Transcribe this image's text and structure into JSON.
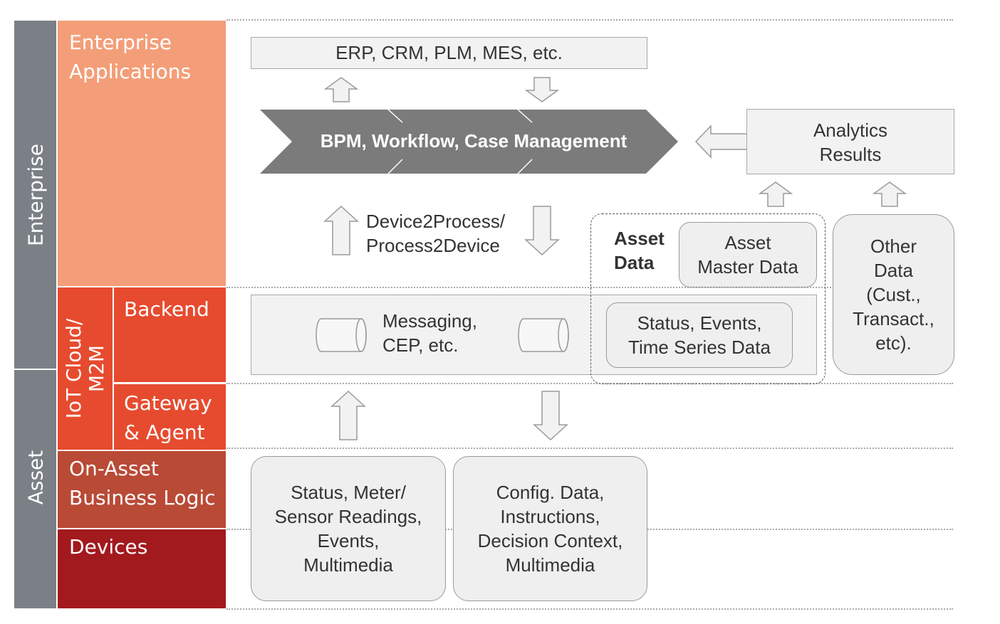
{
  "sidebar": {
    "enterprise": "Enterprise",
    "asset": "Asset"
  },
  "layers": {
    "enterprise_applications": [
      "Enterprise",
      "Applications"
    ],
    "iot_cloud": [
      "IoT Cloud/",
      "M2M"
    ],
    "backend": "Backend",
    "gateway_agent": [
      "Gateway",
      "& Agent"
    ],
    "on_asset": [
      "On-Asset",
      "Business Logic"
    ],
    "devices": "Devices"
  },
  "boxes": {
    "erp": "ERP, CRM, PLM, MES, etc.",
    "bpm": "BPM, Workflow, Case Management",
    "analytics": [
      "Analytics",
      "Results"
    ],
    "device2process": [
      "Device2Process/",
      "Process2Device"
    ],
    "asset_data_label": [
      "Asset",
      "Data"
    ],
    "asset_master_data": [
      "Asset",
      "Master Data"
    ],
    "other_data": [
      "Other",
      "Data",
      "(Cust.,",
      "Transact.,",
      "etc)."
    ],
    "messaging": [
      "Messaging,",
      "CEP, etc."
    ],
    "status_events": [
      "Status, Events,",
      "Time Series Data"
    ],
    "status_meter": [
      "Status, Meter/",
      "Sensor Readings,",
      "Events,",
      "Multimedia"
    ],
    "config_data": [
      "Config. Data,",
      "Instructions,",
      "Decision Context,",
      "Multimedia"
    ]
  },
  "colors": {
    "sidebar": "#7b8086",
    "enterprise_apps": "#f39e78",
    "iot_cloud": "#e64b2f",
    "on_asset": "#b94a36",
    "devices": "#a2191e",
    "bpm_arrow": "#7b7b7b"
  }
}
